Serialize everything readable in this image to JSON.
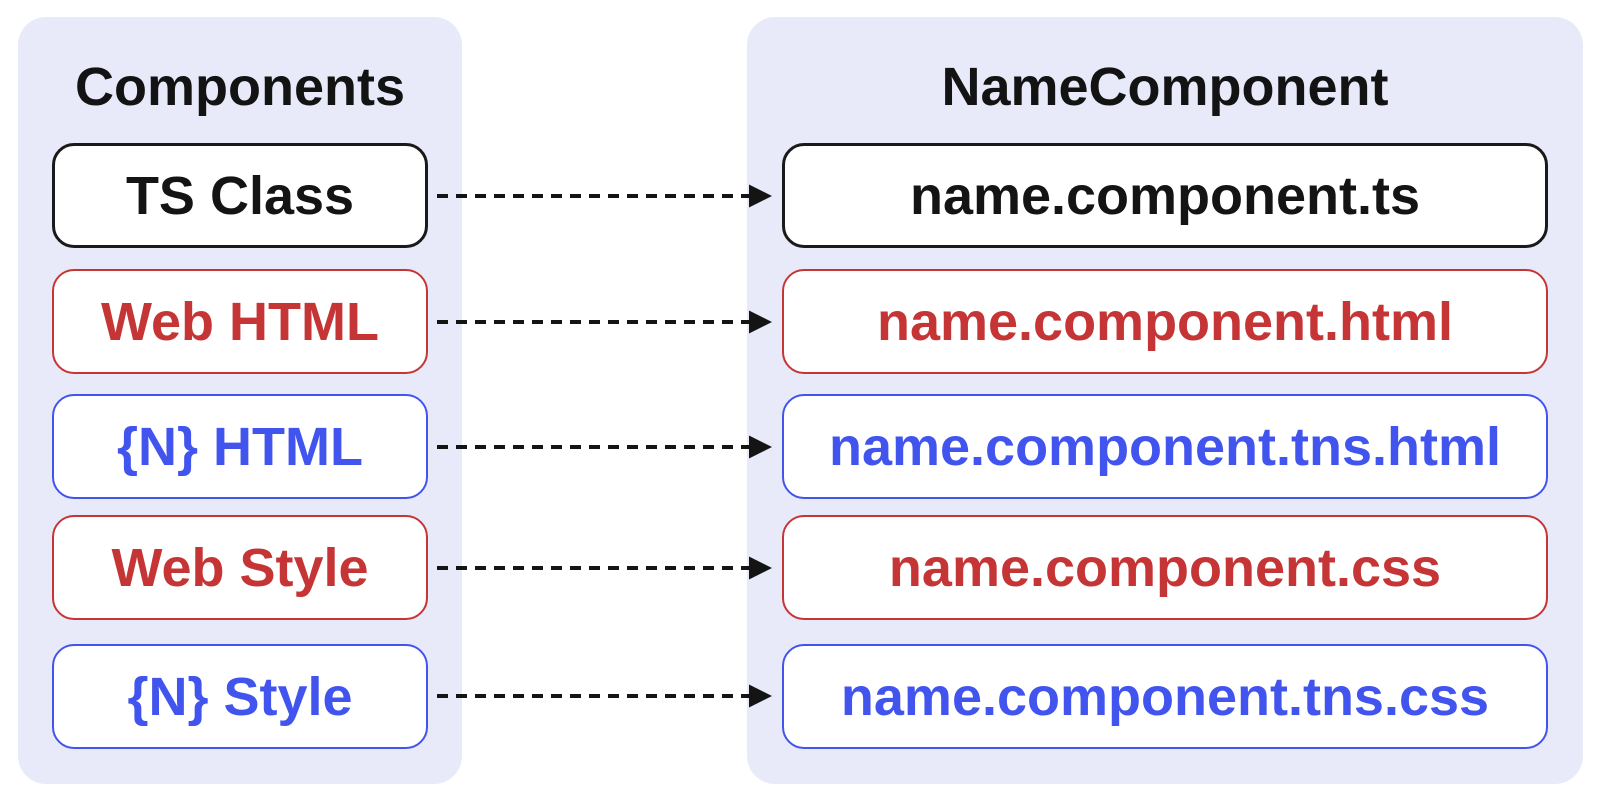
{
  "diagram": {
    "left_panel": {
      "title": "Components",
      "items": [
        {
          "label": "TS Class",
          "color": "#141414"
        },
        {
          "label": "Web HTML",
          "color": "#C63536"
        },
        {
          "label": "{N} HTML",
          "color": "#4254EE"
        },
        {
          "label": "Web Style",
          "color": "#C63536"
        },
        {
          "label": "{N} Style",
          "color": "#4254EE"
        }
      ]
    },
    "right_panel": {
      "title": "NameComponent",
      "items": [
        {
          "label": "name.component.ts",
          "color": "#141414"
        },
        {
          "label": "name.component.html",
          "color": "#C63536"
        },
        {
          "label": "name.component.tns.html",
          "color": "#4254EE"
        },
        {
          "label": "name.component.css",
          "color": "#C63536"
        },
        {
          "label": "name.component.tns.css",
          "color": "#4254EE"
        }
      ]
    },
    "connections": [
      {
        "from": "TS Class",
        "to": "name.component.ts"
      },
      {
        "from": "Web HTML",
        "to": "name.component.html"
      },
      {
        "from": "{N} HTML",
        "to": "name.component.tns.html"
      },
      {
        "from": "Web Style",
        "to": "name.component.css"
      },
      {
        "from": "{N} Style",
        "to": "name.component.tns.css"
      }
    ],
    "colors": {
      "panel_background": "#E8EAFA",
      "page_background": "#FFFFFF",
      "black_item": "#141414",
      "red_item": "#C63536",
      "blue_item": "#4254EE",
      "arrow": "#141414"
    }
  }
}
